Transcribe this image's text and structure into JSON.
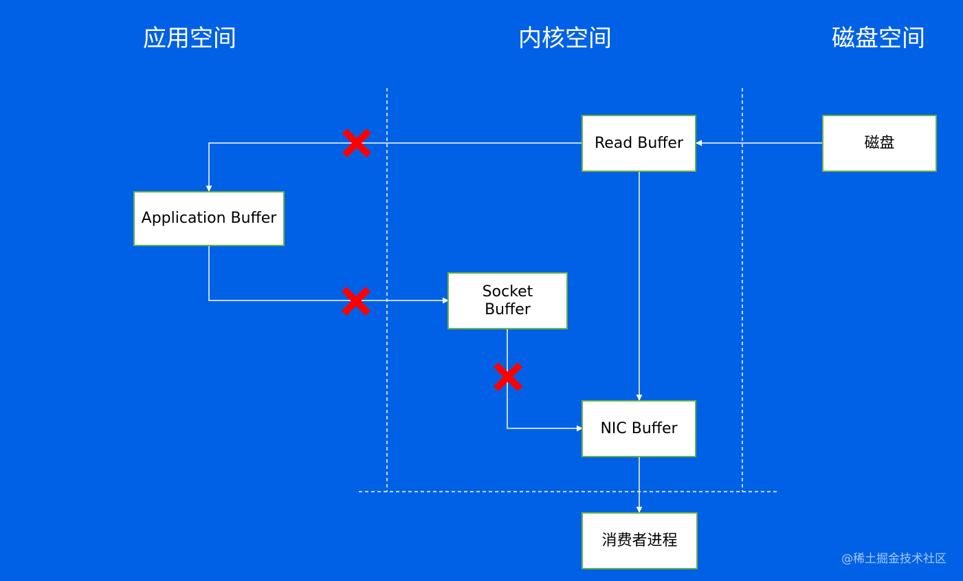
{
  "headers": {
    "app_space": "应用空间",
    "kernel_space": "内核空间",
    "disk_space": "磁盘空间"
  },
  "nodes": {
    "read_buffer": "Read Buffer",
    "disk": "磁盘",
    "application_buffer": "Application Buffer",
    "socket_buffer_line1": "Socket",
    "socket_buffer_line2": "Buffer",
    "nic_buffer": "NIC Buffer",
    "consumer_process": "消费者进程"
  },
  "credit": "@稀土掘金技术社区",
  "colors": {
    "background": "#0061e6",
    "box_border": "#6db33f",
    "line": "#ffffff",
    "blocked_mark": "#ff0000"
  }
}
